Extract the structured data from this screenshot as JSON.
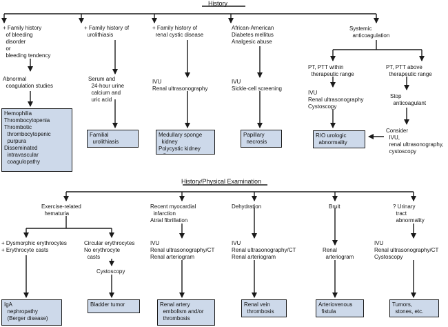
{
  "colors": {
    "box_fill": "#cdd9ea",
    "line": "#1a1a1a"
  },
  "top": {
    "title": "History",
    "col1": {
      "criteria": "+ Family history\n  of bleeding\n  disorder\n  or\n  bleeding tendency",
      "test": "Abnormal\n  coagulation studies",
      "dx": "Hemophilia\nThrombocytopenia\nThrombotic\n  thrombocytopenic\n  purpura\nDisseminated\n  intravascular\n  coagulopathy"
    },
    "col2": {
      "criteria": "+ Family history of\n  urolithiasis",
      "test": "Serum and\n  24-hour urine\n  calcium and\n  uric acid",
      "dx": "Familial\n  urolithiasis"
    },
    "col3": {
      "criteria": "+ Family history of\n  renal cystic disease",
      "test": "IVU\nRenal ultrasonography",
      "dx": "Medullary sponge\n  kidney\nPolycystic kidney\n  disease"
    },
    "col4": {
      "criteria": "African-American\nDiabetes mellitus\nAnalgesic abuse",
      "test": "IVU\nSickle-cell screening",
      "dx": "Papillary\n  necrosis"
    },
    "col5": {
      "criteria": "Systemic\n  anticoagulation",
      "left_branch": "PT, PTT within\n  therapeutic range",
      "left_test": "IVU\nRenal ultrasonography\nCystoscopy",
      "dx": "R/O urologic\n  abnormality",
      "right_branch": "PT, PTT above\n  therapeutic range",
      "right_action": "Stop\n  anticoagulant",
      "right_consider": "Consider\n  IVU,\n  renal ultrasonography,\n  cystoscopy"
    }
  },
  "bottom": {
    "title": "History/Physical Examination",
    "col1": {
      "criteria": "Exercise-related\n  hematuria",
      "left_finding": "+ Dysmorphic erythrocytes\n+ Erythrocyte casts",
      "left_dx": "IgA\n  nephropathy\n  (Berger disease)",
      "right_finding": "Circular erythrocytes\nNo erythrocyte\n  casts",
      "right_test": "Cystoscopy",
      "right_dx": "Bladder tumor"
    },
    "col2": {
      "criteria": "Recent myocardial\n  infarction\nAtrial fibrillation",
      "test": "IVU\nRenal ultrasonography/CT\nRenal arteriogram",
      "dx": "Renal artery\n  embolism and/or\n  thrombosis"
    },
    "col3": {
      "criteria": "Dehydration",
      "test": "IVU\nRenal ultrasonography/CT\nRenal arteriogram",
      "dx": "Renal vein\n  thrombosis"
    },
    "col4": {
      "criteria": "Bruit",
      "test": "Renal\n  arteriogram",
      "dx": "Arteriovenous\n  fistula"
    },
    "col5": {
      "criteria": "? Urinary\n  tract\n  abnormality",
      "test": "IVU\nRenal ultrasonography/CT\nCystoscopy",
      "dx": "Tumors,\n  stones, etc."
    }
  }
}
